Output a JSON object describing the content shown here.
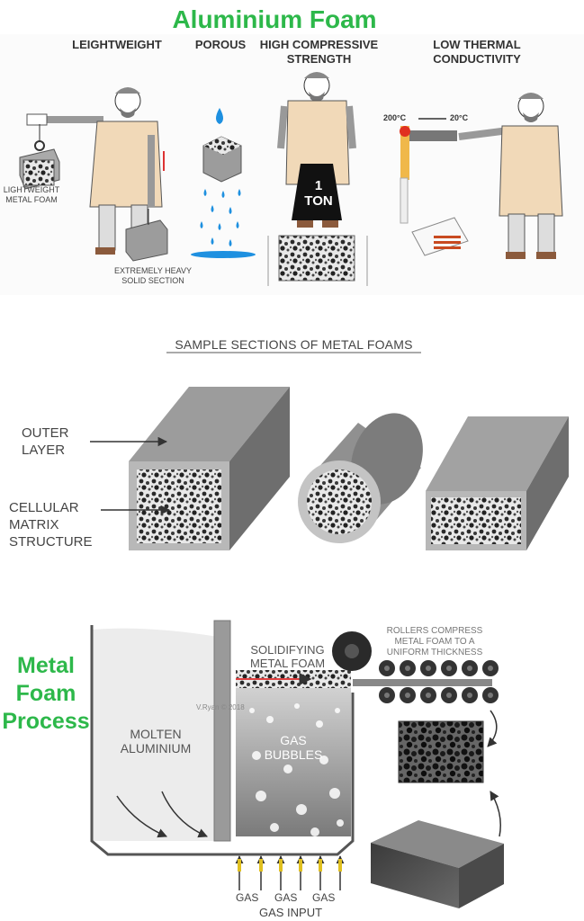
{
  "title": "Aluminium Foam",
  "properties": {
    "lightweight": "LEIGHTWEIGHT",
    "porous": "POROUS",
    "compressive_line1": "HIGH COMPRESSIVE",
    "compressive_line2": "STRENGTH",
    "thermal_line1": "LOW THERMAL",
    "thermal_line2": "CONDUCTIVITY"
  },
  "panel1": {
    "foam_line1": "LIGHTWEIGHT",
    "foam_line2": "METAL FOAM",
    "heavy_line1": "EXTREMELY HEAVY",
    "heavy_line2": "SOLID SECTION",
    "weight_line1": "1",
    "weight_line2": "TON",
    "temp_hot": "200°C",
    "temp_cold": "20°C"
  },
  "sections": {
    "title": "SAMPLE SECTIONS OF METAL FOAMS",
    "outer_line1": "OUTER",
    "outer_line2": "LAYER",
    "cell_line1": "CELLULAR",
    "cell_line2": "MATRIX",
    "cell_line3": "STRUCTURE"
  },
  "process": {
    "heading_line1": "Metal",
    "heading_line2": "Foam",
    "heading_line3": "Process",
    "solid_line1": "SOLIDIFYING",
    "solid_line2": "METAL FOAM",
    "rollers_line1": "ROLLERS COMPRESS",
    "rollers_line2": "METAL FOAM TO A",
    "rollers_line3": "UNIFORM THICKNESS",
    "copyright": "V.Ryan © 2018",
    "molten_line1": "MOLTEN",
    "molten_line2": "ALUMINIUM",
    "bubbles_line1": "GAS",
    "bubbles_line2": "BUBBLES",
    "gas1": "GAS",
    "gas2": "GAS",
    "gas3": "GAS",
    "gas_input": "GAS INPUT"
  },
  "colors": {
    "title_green": "#2db84a",
    "apron": "#f1d9b8",
    "foam_grey": "#8c8c8c",
    "water_blue": "#1e90e0"
  }
}
